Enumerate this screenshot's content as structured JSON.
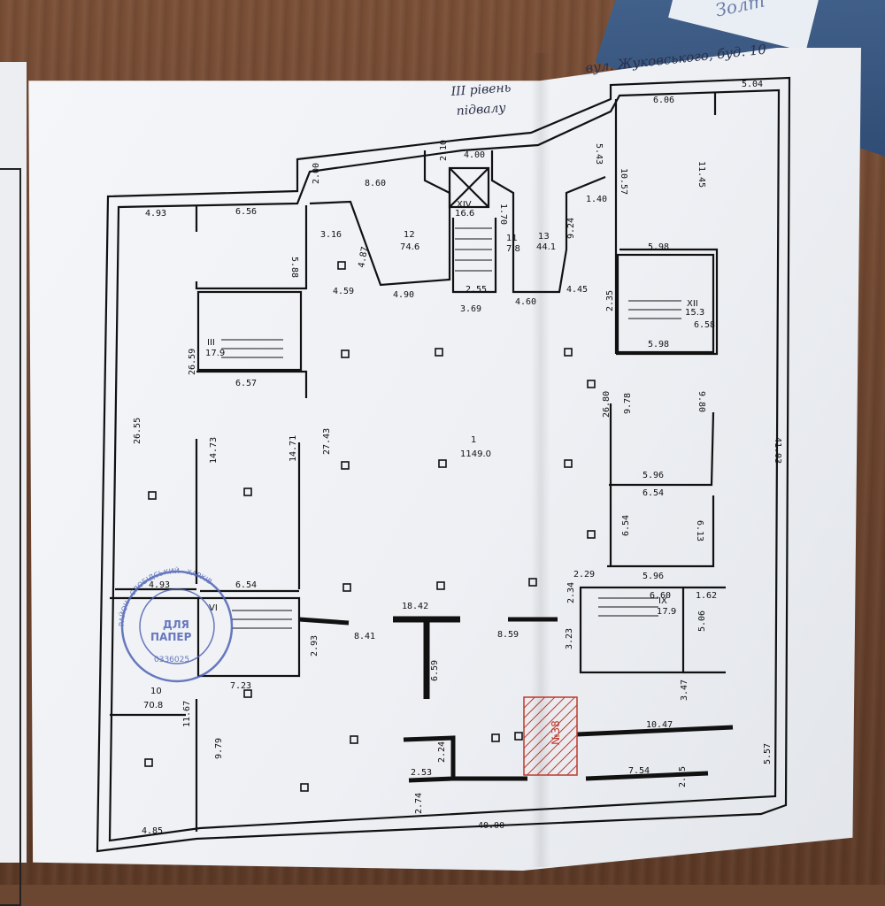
{
  "header": {
    "address": "вул. Жуковського, буд. 10",
    "level_line1": "III рівень",
    "level_line2": "підвалу"
  },
  "folder_note": "Золт",
  "rooms": {
    "main": {
      "number": "1",
      "area": "1149.0"
    },
    "r12": {
      "number": "12",
      "area": "74.6"
    },
    "r11": {
      "number": "11",
      "area": "7.8"
    },
    "r13": {
      "number": "13",
      "area": "44.1"
    },
    "rXIV": {
      "number": "XIV",
      "area": "16.6"
    },
    "rXII": {
      "number": "XII",
      "area": "15.3"
    },
    "rIII": {
      "number": "III",
      "area": "17.9"
    },
    "rVI": {
      "number": "VI",
      "area": ""
    },
    "rIX": {
      "number": "IX",
      "area": "17.9"
    },
    "r10": {
      "number": "10",
      "area": "70.8"
    }
  },
  "dimensions": [
    "4.93",
    "6.56",
    "5.88",
    "3.16",
    "8.60",
    "2.00",
    "4.87",
    "4.59",
    "4.90",
    "3.69",
    "2.55",
    "1.70",
    "4.60",
    "4.45",
    "9.24",
    "1.40",
    "6.06",
    "5.04",
    "5.43",
    "10.57",
    "11.45",
    "5.98",
    "6.58",
    "2.35",
    "5.98",
    "26.59",
    "6.57",
    "26.55",
    "14.73",
    "14.71",
    "27.43",
    "26.80",
    "9.78",
    "9.80",
    "5.96",
    "6.54",
    "6.54",
    "6.13",
    "2.29",
    "5.96",
    "4.93",
    "6.54",
    "2.34",
    "6.60",
    "1.62",
    "18.42",
    "8.41",
    "8.59",
    "3.23",
    "5.06",
    "2.93",
    "7.23",
    "6.59",
    "10.47",
    "3.47",
    "2.24",
    "2.53",
    "7.54",
    "2.75",
    "2.74",
    "40.00",
    "4.85",
    "9.79",
    "11.67",
    "5.57",
    "41.03",
    "2.10",
    "4.00"
  ],
  "marked_room": "№38",
  "stamp": {
    "line1": "ДЛЯ",
    "line2": "ПАПЕР",
    "ring_text": "РАЙОН · СЛОБІДСЬКИЙ · ХАРКІВ ·",
    "code": "0336025"
  },
  "colors": {
    "ink": "#111111",
    "stamp": "#4f63b5",
    "hatch": "#c0392b",
    "paper": "#eef0f4"
  }
}
